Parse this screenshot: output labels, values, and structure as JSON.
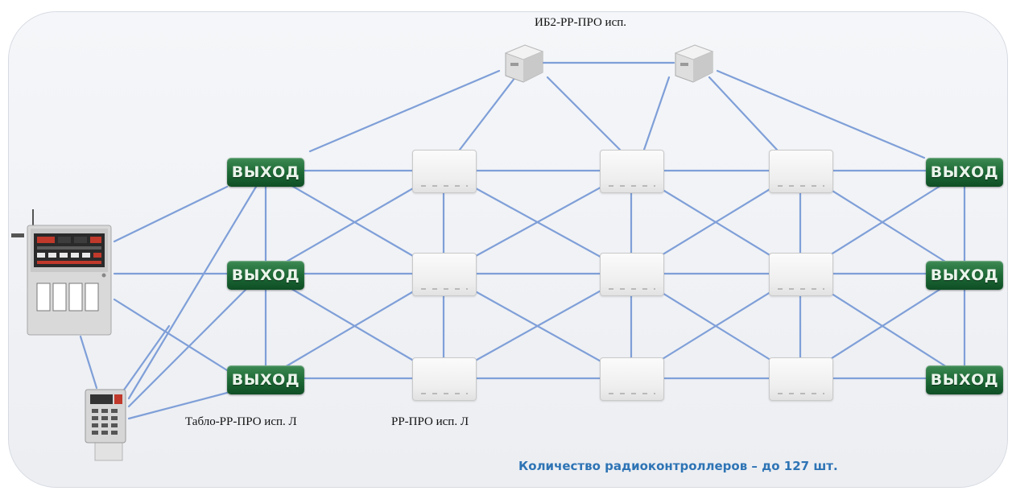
{
  "exit_sign_text": "ВЫХОД",
  "labels": {
    "ib2": "ИБ2-РР-ПРО      исп.",
    "tablo": "Табло-РР-ПРО исп. Л",
    "rr": "РР-ПРО исп. Л"
  },
  "caption": "Количество радиоконтроллеров – до 127 шт.",
  "colors": {
    "link_line": "#7f9fd8",
    "exit_sign": "#1d6a36",
    "caption": "#2e74b5"
  }
}
